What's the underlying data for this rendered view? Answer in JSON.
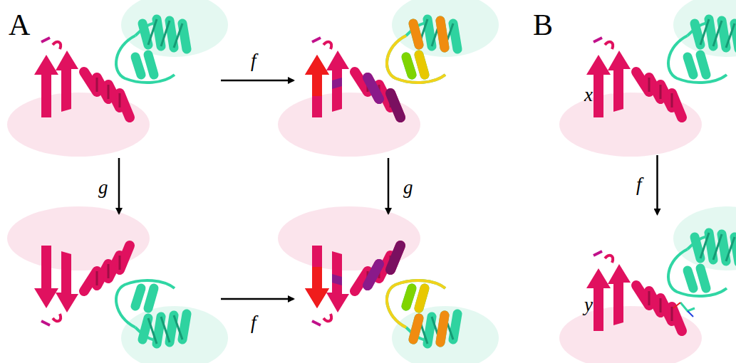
{
  "diagram": {
    "nodes": [
      {
        "text": [
          "x"
        ]
      },
      {
        "text": [
          "y"
        ]
      }
    ],
    "edges": [
      {
        "from": 0,
        "to": 1,
        "label": "f",
        "arrow": "to"
      }
    ],
    "labels": [
      "A",
      "f",
      "g",
      "g",
      "f",
      "B"
    ]
  }
}
